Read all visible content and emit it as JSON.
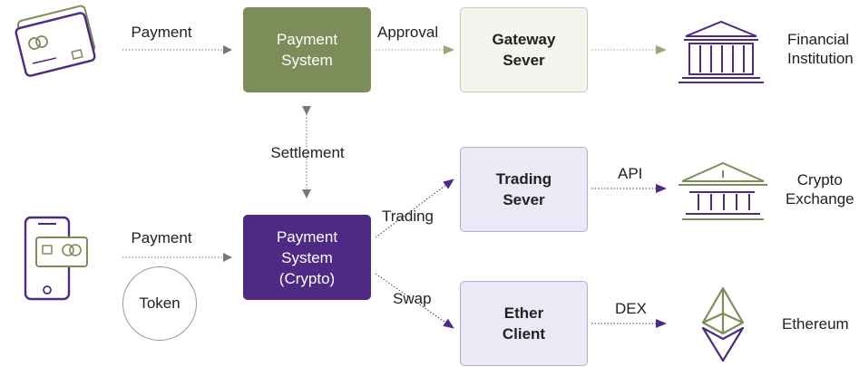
{
  "colors": {
    "green": "#7d8d5a",
    "green_light": "#f3f5ee",
    "purple": "#4e2a84",
    "lavender": "#ede8f6",
    "arrow_gray": "#777777"
  },
  "top_row": {
    "payment_label": "Payment",
    "payment_system": "Payment\nSystem",
    "approval_label": "Approval",
    "gateway_server": "Gateway\nSever",
    "financial_institution": "Financial\nInstitution"
  },
  "settlement_label": "Settlement",
  "bottom_row": {
    "payment_label": "Payment",
    "token_label": "Token",
    "payment_system_crypto": "Payment\nSystem\n(Crypto)",
    "trading_label": "Trading",
    "swap_label": "Swap",
    "trading_server": "Trading\nSever",
    "api_label": "API",
    "crypto_exchange": "Crypto\nExchange",
    "ether_client": "Ether\nClient",
    "dex_label": "DEX",
    "ethereum": "Ethereum"
  },
  "icons": {
    "credit_card": "credit-card-icon",
    "smartphone": "smartphone-card-icon",
    "bank": "bank-building-icon",
    "exchange": "exchange-building-icon",
    "ethereum": "ethereum-logo-icon"
  }
}
